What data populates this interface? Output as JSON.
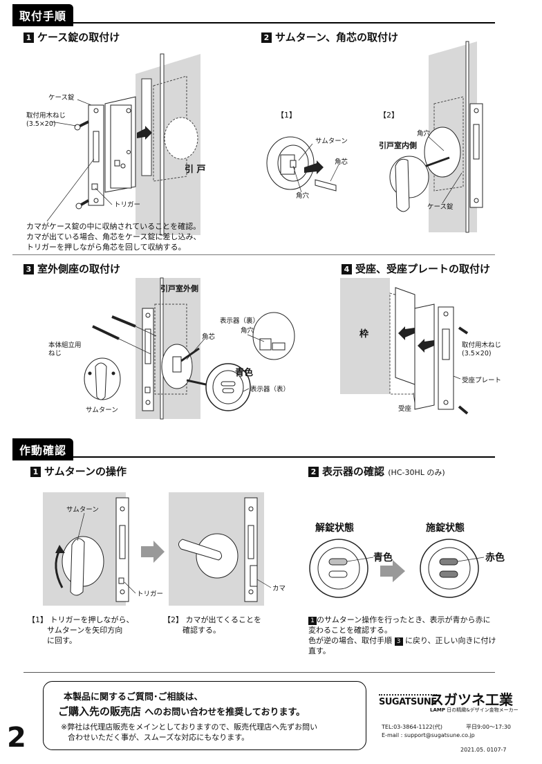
{
  "sections": {
    "install": {
      "header": "取付手順",
      "step1": {
        "num": "1",
        "title": "ケース錠の取付け",
        "labels": {
          "case_lock": "ケース錠",
          "screw": "取付用木ねじ",
          "screw_size": "(3.5×20)",
          "trigger": "トリガー",
          "door": "引 戸"
        },
        "note": [
          "カマがケース錠の中に収納されていることを確認。",
          "カマが出ている場合、角芯をケース錠に差し込み、",
          "トリガーを押しながら角芯を回して収納する。"
        ]
      },
      "step2": {
        "num": "2",
        "title": "サムターン、角芯の取付け",
        "labels": {
          "sub1": "【1】",
          "sub2": "【2】",
          "thumbturn": "サムターン",
          "spindle": "角芯",
          "square_hole": "角穴",
          "square_hole2": "角穴",
          "door_inside": "引戸室内側",
          "case_lock": "ケース錠"
        }
      },
      "step3": {
        "num": "3",
        "title": "室外側座の取付け",
        "labels": {
          "door_outside": "引戸室外側",
          "indicator_back": "表示器（裏）",
          "square_hole": "角穴",
          "spindle": "角芯",
          "body_screw": "本体組立用",
          "body_screw2": "ねじ",
          "blue": "青色",
          "indicator_front": "表示器（表）",
          "thumbturn": "サムターン"
        }
      },
      "step4": {
        "num": "4",
        "title": "受座、受座プレートの取付け",
        "labels": {
          "frame": "枠",
          "screw": "取付用木ねじ",
          "screw_size": "(3.5×20)",
          "plate": "受座プレート",
          "strike": "受座"
        }
      }
    },
    "check": {
      "header": "作動確認",
      "step1": {
        "num": "1",
        "title": "サムターンの操作",
        "labels": {
          "thumbturn": "サムターン",
          "trigger": "トリガー",
          "latch": "カマ"
        },
        "note1": [
          "【1】 トリガーを押しながら、",
          "サムターンを矢印方向",
          "に回す。"
        ],
        "note2": [
          "【2】 カマが出てくることを",
          "確認する。"
        ]
      },
      "step2": {
        "num": "2",
        "title": "表示器の確認",
        "subtitle": "(HC-30HL のみ)",
        "labels": {
          "unlocked": "解錠状態",
          "locked": "施錠状態",
          "blue": "青色",
          "red": "赤色"
        },
        "note_a": "のサムターン操作を行ったとき、表示が青から赤に",
        "note_b": "変わることを確認する。",
        "note_c": "色が逆の場合、取付手順",
        "note_d": "に戻り、正しい向きに付け",
        "note_e": "直す。",
        "ref1": "1",
        "ref3": "3"
      }
    }
  },
  "footer": {
    "line1": "本製品に関するご質問･ご相談は、",
    "line2a": "ご購入先の販売店",
    "line2b": "へのお問い合わせを推奨しております。",
    "line3": "※弊社は代理店販売をメインとしておりますので、販売代理店へ先ずお問い",
    "line4": "合わせいただく事が、スムーズな対応にもなります。",
    "brand_en": "SUGATSUNE",
    "brand_jp": "スガツネ工業",
    "brand_sub_lamp": "LAMP",
    "brand_sub": "日の精緻&デザイン金物メーカー",
    "tel": "TEL:03-3864-1122(代)",
    "hours": "平日9:00〜17:30",
    "email": "E-mail : support@sugatsune.co.jp",
    "date": "2021.05.  0107-7",
    "page": "2"
  },
  "colors": {
    "blue_indicator": "#bfbfbf",
    "red_indicator": "#7f7f7f",
    "arrow": "#999999"
  }
}
